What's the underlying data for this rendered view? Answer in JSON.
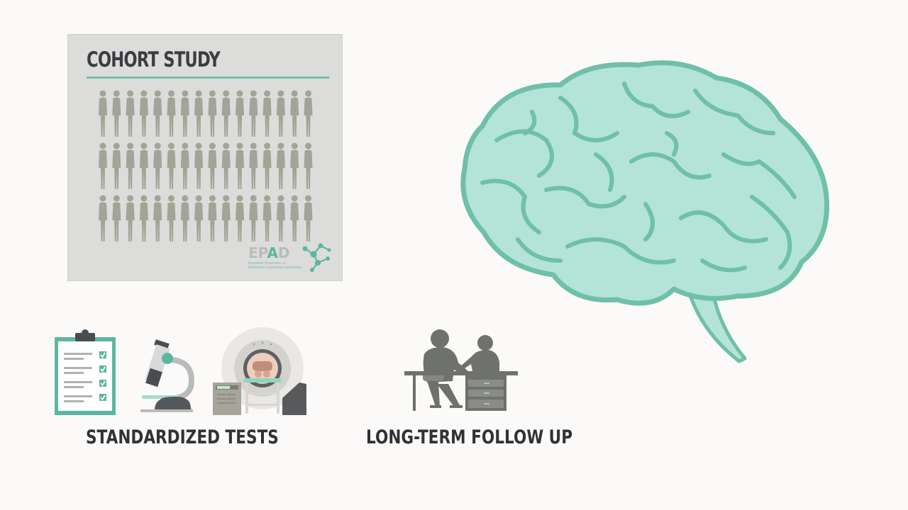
{
  "panel": {
    "title": "COHORT STUDY",
    "rows": 3,
    "per_row": 16,
    "logo": {
      "word_prefix": "EP",
      "word_accent": "A",
      "word_suffix": "D",
      "subtitle_line1": "European Prevention of",
      "subtitle_line2": "Alzheimer's Dementia Consortium"
    }
  },
  "captions": {
    "tests": "STANDARDIZED TESTS",
    "follow_up": "LONG-TERM FOLLOW UP"
  },
  "icons": {
    "clipboard": "clipboard-checklist-icon",
    "microscope": "microscope-icon",
    "scanner": "mri-scanner-icon",
    "consultation": "doctor-patient-consultation-icon",
    "brain": "brain-illustration"
  },
  "colors": {
    "background": "#fbfaf8",
    "panel": "#dcdcdb",
    "accent": "#5cb7a0",
    "brain_fill": "#b4e3d8",
    "brain_line": "#6fc0a8",
    "figure": "#a3a396",
    "dark_gray": "#6f716c",
    "text": "#2f3236"
  }
}
